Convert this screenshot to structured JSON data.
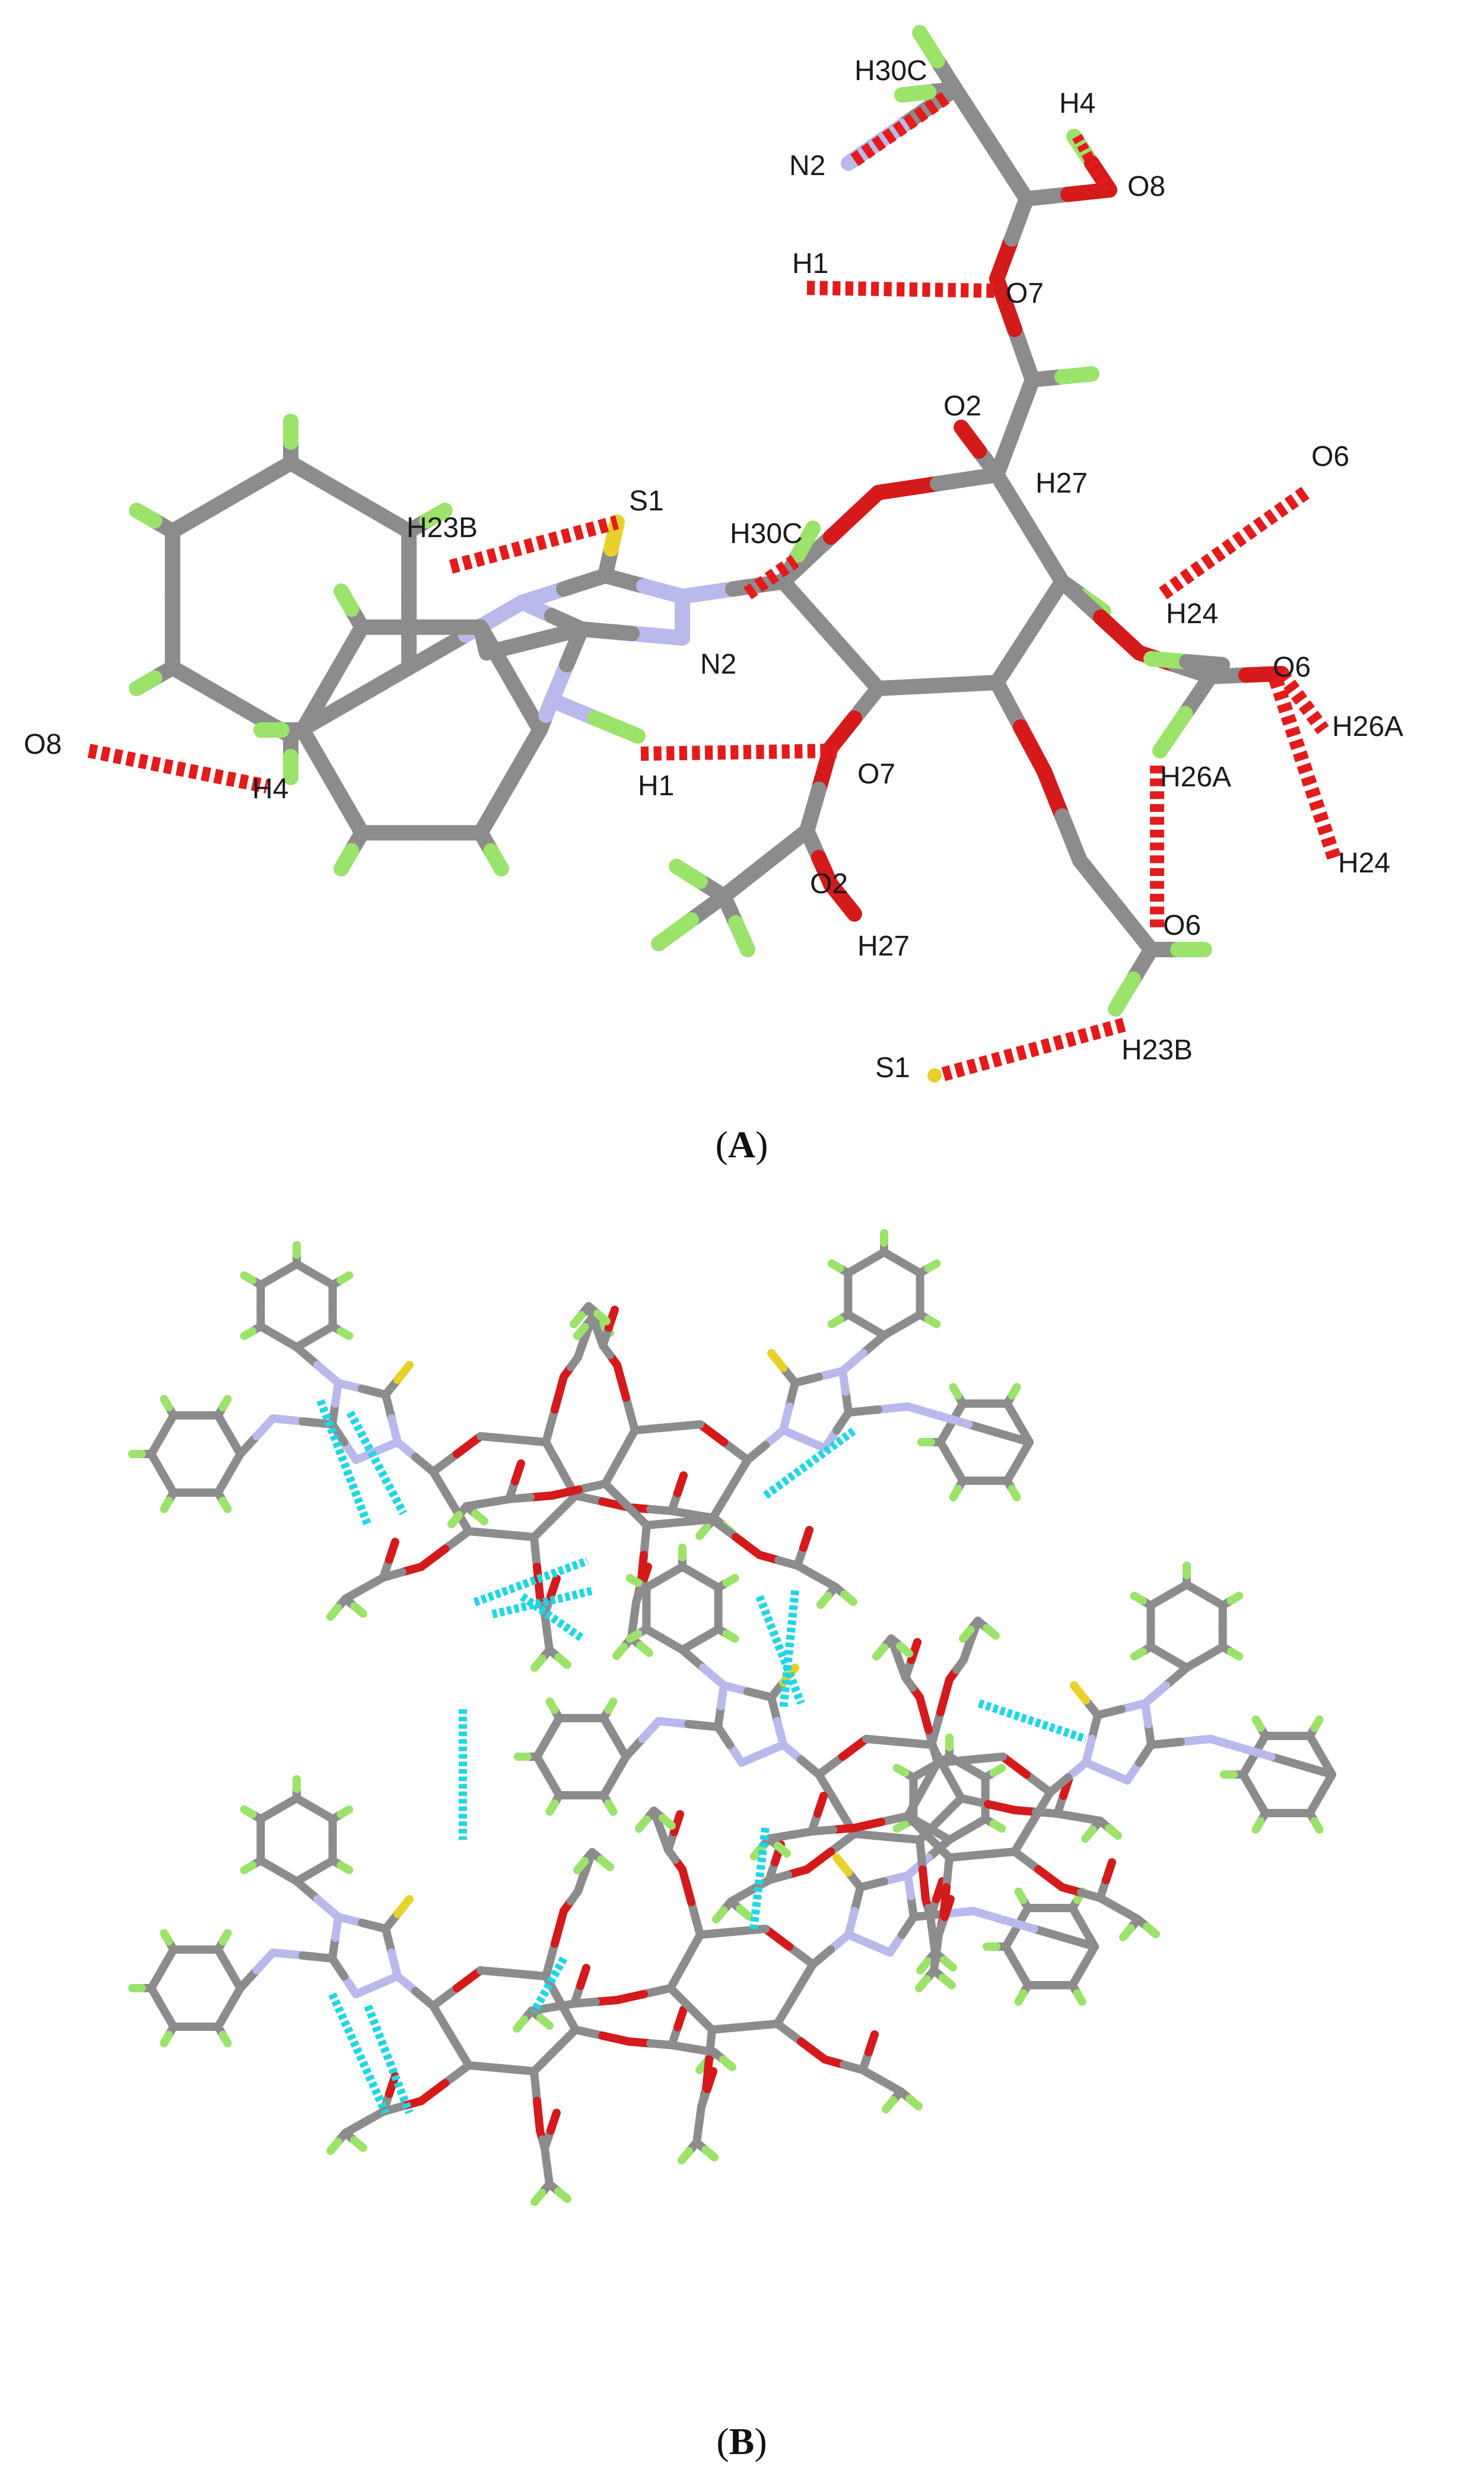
{
  "figure": {
    "panel_a": {
      "caption_open": "(",
      "caption_letter": "A",
      "caption_close": ")",
      "labels": {
        "h30c_top": "H30C",
        "h4_top": "H4",
        "o8_top": "O8",
        "n2_top": "N2",
        "h1_top": "H1",
        "o7_top": "O7",
        "o2_top": "O2",
        "h27_top": "H27",
        "o6_top": "O6",
        "h23b_top": "H23B",
        "s1_top": "S1",
        "h30c_mid": "H30C",
        "n2_mid": "N2",
        "h24_mid": "H24",
        "o6_mid": "O6",
        "h26a_right": "H26A",
        "o8_left": "O8",
        "h4_left": "H4",
        "h1_mid": "H1",
        "o7_mid": "O7",
        "h26a_mid": "H26A",
        "h24_bottom": "H24",
        "o2_bottom": "O2",
        "h27_bottom": "H27",
        "o6_bottom": "O6",
        "s1_bottom": "S1",
        "h23b_bottom": "H23B"
      }
    },
    "panel_b": {
      "caption_open": "(",
      "caption_letter": "B",
      "caption_close": ")"
    },
    "colors": {
      "carbon": "#8c8c8c",
      "hydrogen": "#9be36a",
      "nitrogen": "#b9b9ec",
      "oxygen": "#d41a1a",
      "sulfur": "#e8d12a",
      "contact_a": "#e31b1b",
      "contact_b": "#1fd6e6"
    }
  }
}
